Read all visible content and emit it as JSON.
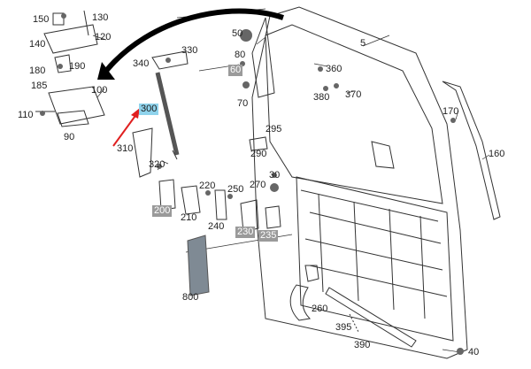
{
  "diagram": {
    "labels": {
      "l150": "150",
      "l130": "130",
      "l140": "140",
      "l120": "120",
      "l180": "180",
      "l190": "190",
      "l185": "185",
      "l100": "100",
      "l110": "110",
      "l90": "90",
      "l340": "340",
      "l330": "330",
      "l300": "300",
      "l310": "310",
      "l320": "320",
      "l50": "50",
      "l80": "80",
      "l60": "60",
      "l70": "70",
      "l5": "5",
      "l360": "360",
      "l380": "380",
      "l370": "370",
      "l295": "295",
      "l290": "290",
      "l30": "30",
      "l270": "270",
      "l220": "220",
      "l250": "250",
      "l200": "200",
      "l210": "210",
      "l240": "240",
      "l230": "230",
      "l235": "235",
      "l800": "800",
      "l170": "170",
      "l160": "160",
      "l260": "260",
      "l395": "395",
      "l390": "390",
      "l40": "40"
    },
    "colors": {
      "line": "#333333",
      "boxed_label": "#9a9a9a",
      "highlight": "#8fd3ec",
      "arrow": "#e02020",
      "panel": "#7f8a94"
    }
  }
}
